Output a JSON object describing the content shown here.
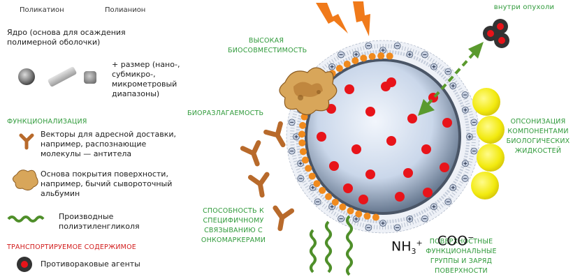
{
  "top_left": {
    "polycation": "Поликатион",
    "polyanion": "Полианион"
  },
  "core_label": "Ядро (основа для осаждения полимерной оболочки)",
  "size_label": "+ размер (нано-, субмикро-, микрометровый диапазоны)",
  "functionalization_heading": "ФУНКЦИОНАЛИЗАЦИЯ",
  "vectors_label": "Векторы для адресной доставки, например, распознающие молекулы — антитела",
  "coating_label": "Основа покрытия поверхности, например, бычий сывороточный альбумин",
  "peg_label": "Производные полиэтиленгликоля",
  "cargo_heading": "ТРАНСПОРТИРУЕМОЕ СОДЕРЖИМОЕ",
  "anticancer_label": "Противораковые агенты",
  "annotations": {
    "biocompat": "ВЫСОКАЯ БИОСОВМЕСТИМОСТЬ",
    "biodegrad": "БИОРАЗЛАГАЕМОСТЬ",
    "specific_binding": "СПОСОБНОСТЬ К СПЕЦИФИЧНОМУ СВЯЗЫВАНИЮ С ОНКОМАРКЕРАМИ",
    "surface_groups": "ПОВЕРХНОСТНЫЕ ФУНКЦИОНАЛЬНЫЕ ГРУППЫ И ЗАРЯД ПОВЕРХНОСТИ",
    "opsonization": "ОПСОНИЗАЦИЯ КОМПОНЕНТАМИ БИОЛОГИЧЕСКИХ ЖИДКОСТЕЙ",
    "inside_tumor": "внутри опухоли"
  },
  "chem": {
    "nh3": "NH",
    "nh3_sub": "3",
    "nh3_sup": "+",
    "coo": "COO",
    "coo_sup": "−"
  },
  "colors": {
    "cargo_red": "#e8141a",
    "core_light": "#dfe8f6",
    "core_dark": "#5c6e86",
    "orange_bead": "#f08a1d",
    "yellow_protein": "#f2ea0f",
    "peg_green": "#4f8f2a",
    "antibody_brown": "#b86a2b",
    "arrow_green": "#5a9a2e",
    "bolt_orange": "#f07a1a"
  }
}
